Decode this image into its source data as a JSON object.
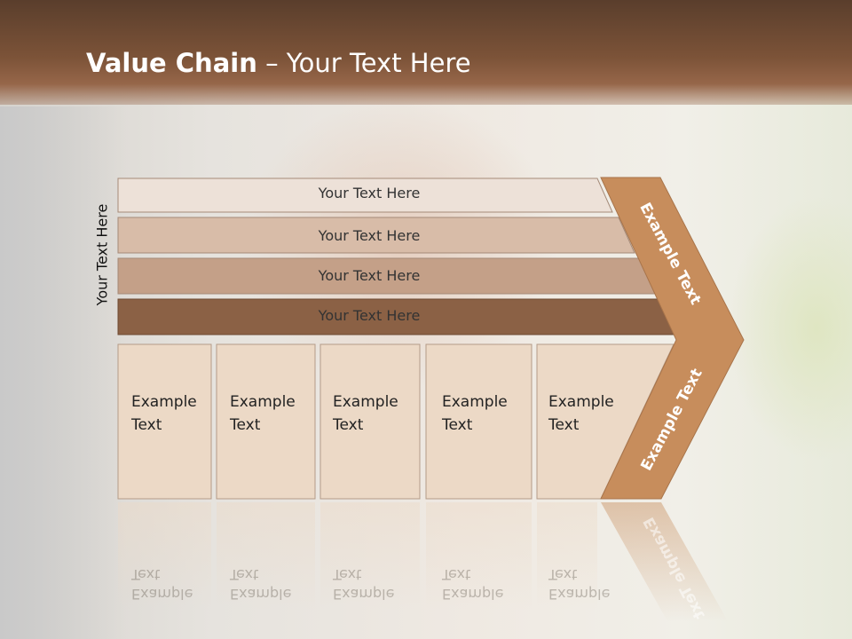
{
  "slide": {
    "title_bold": "Value Chain",
    "title_rest": " – Your Text Here",
    "side_label": "Your Text Here"
  },
  "bars": [
    {
      "label": "Your Text Here",
      "color": "#ede1d8"
    },
    {
      "label": "Your Text Here",
      "color": "#d8bca8"
    },
    {
      "label": "Your Text Here",
      "color": "#c4a088"
    },
    {
      "label": "Your Text Here",
      "color": "#8b6145"
    }
  ],
  "boxes": [
    {
      "line1": "Example",
      "line2": "Text"
    },
    {
      "line1": "Example",
      "line2": "Text"
    },
    {
      "line1": "Example",
      "line2": "Text"
    },
    {
      "line1": "Example",
      "line2": "Text"
    },
    {
      "line1": "Example",
      "line2": "Text"
    }
  ],
  "chevron": {
    "top_label": "Example Text",
    "bottom_label": "Example Text",
    "color": "#c78d5c"
  },
  "box_color": "#ecd9c6"
}
